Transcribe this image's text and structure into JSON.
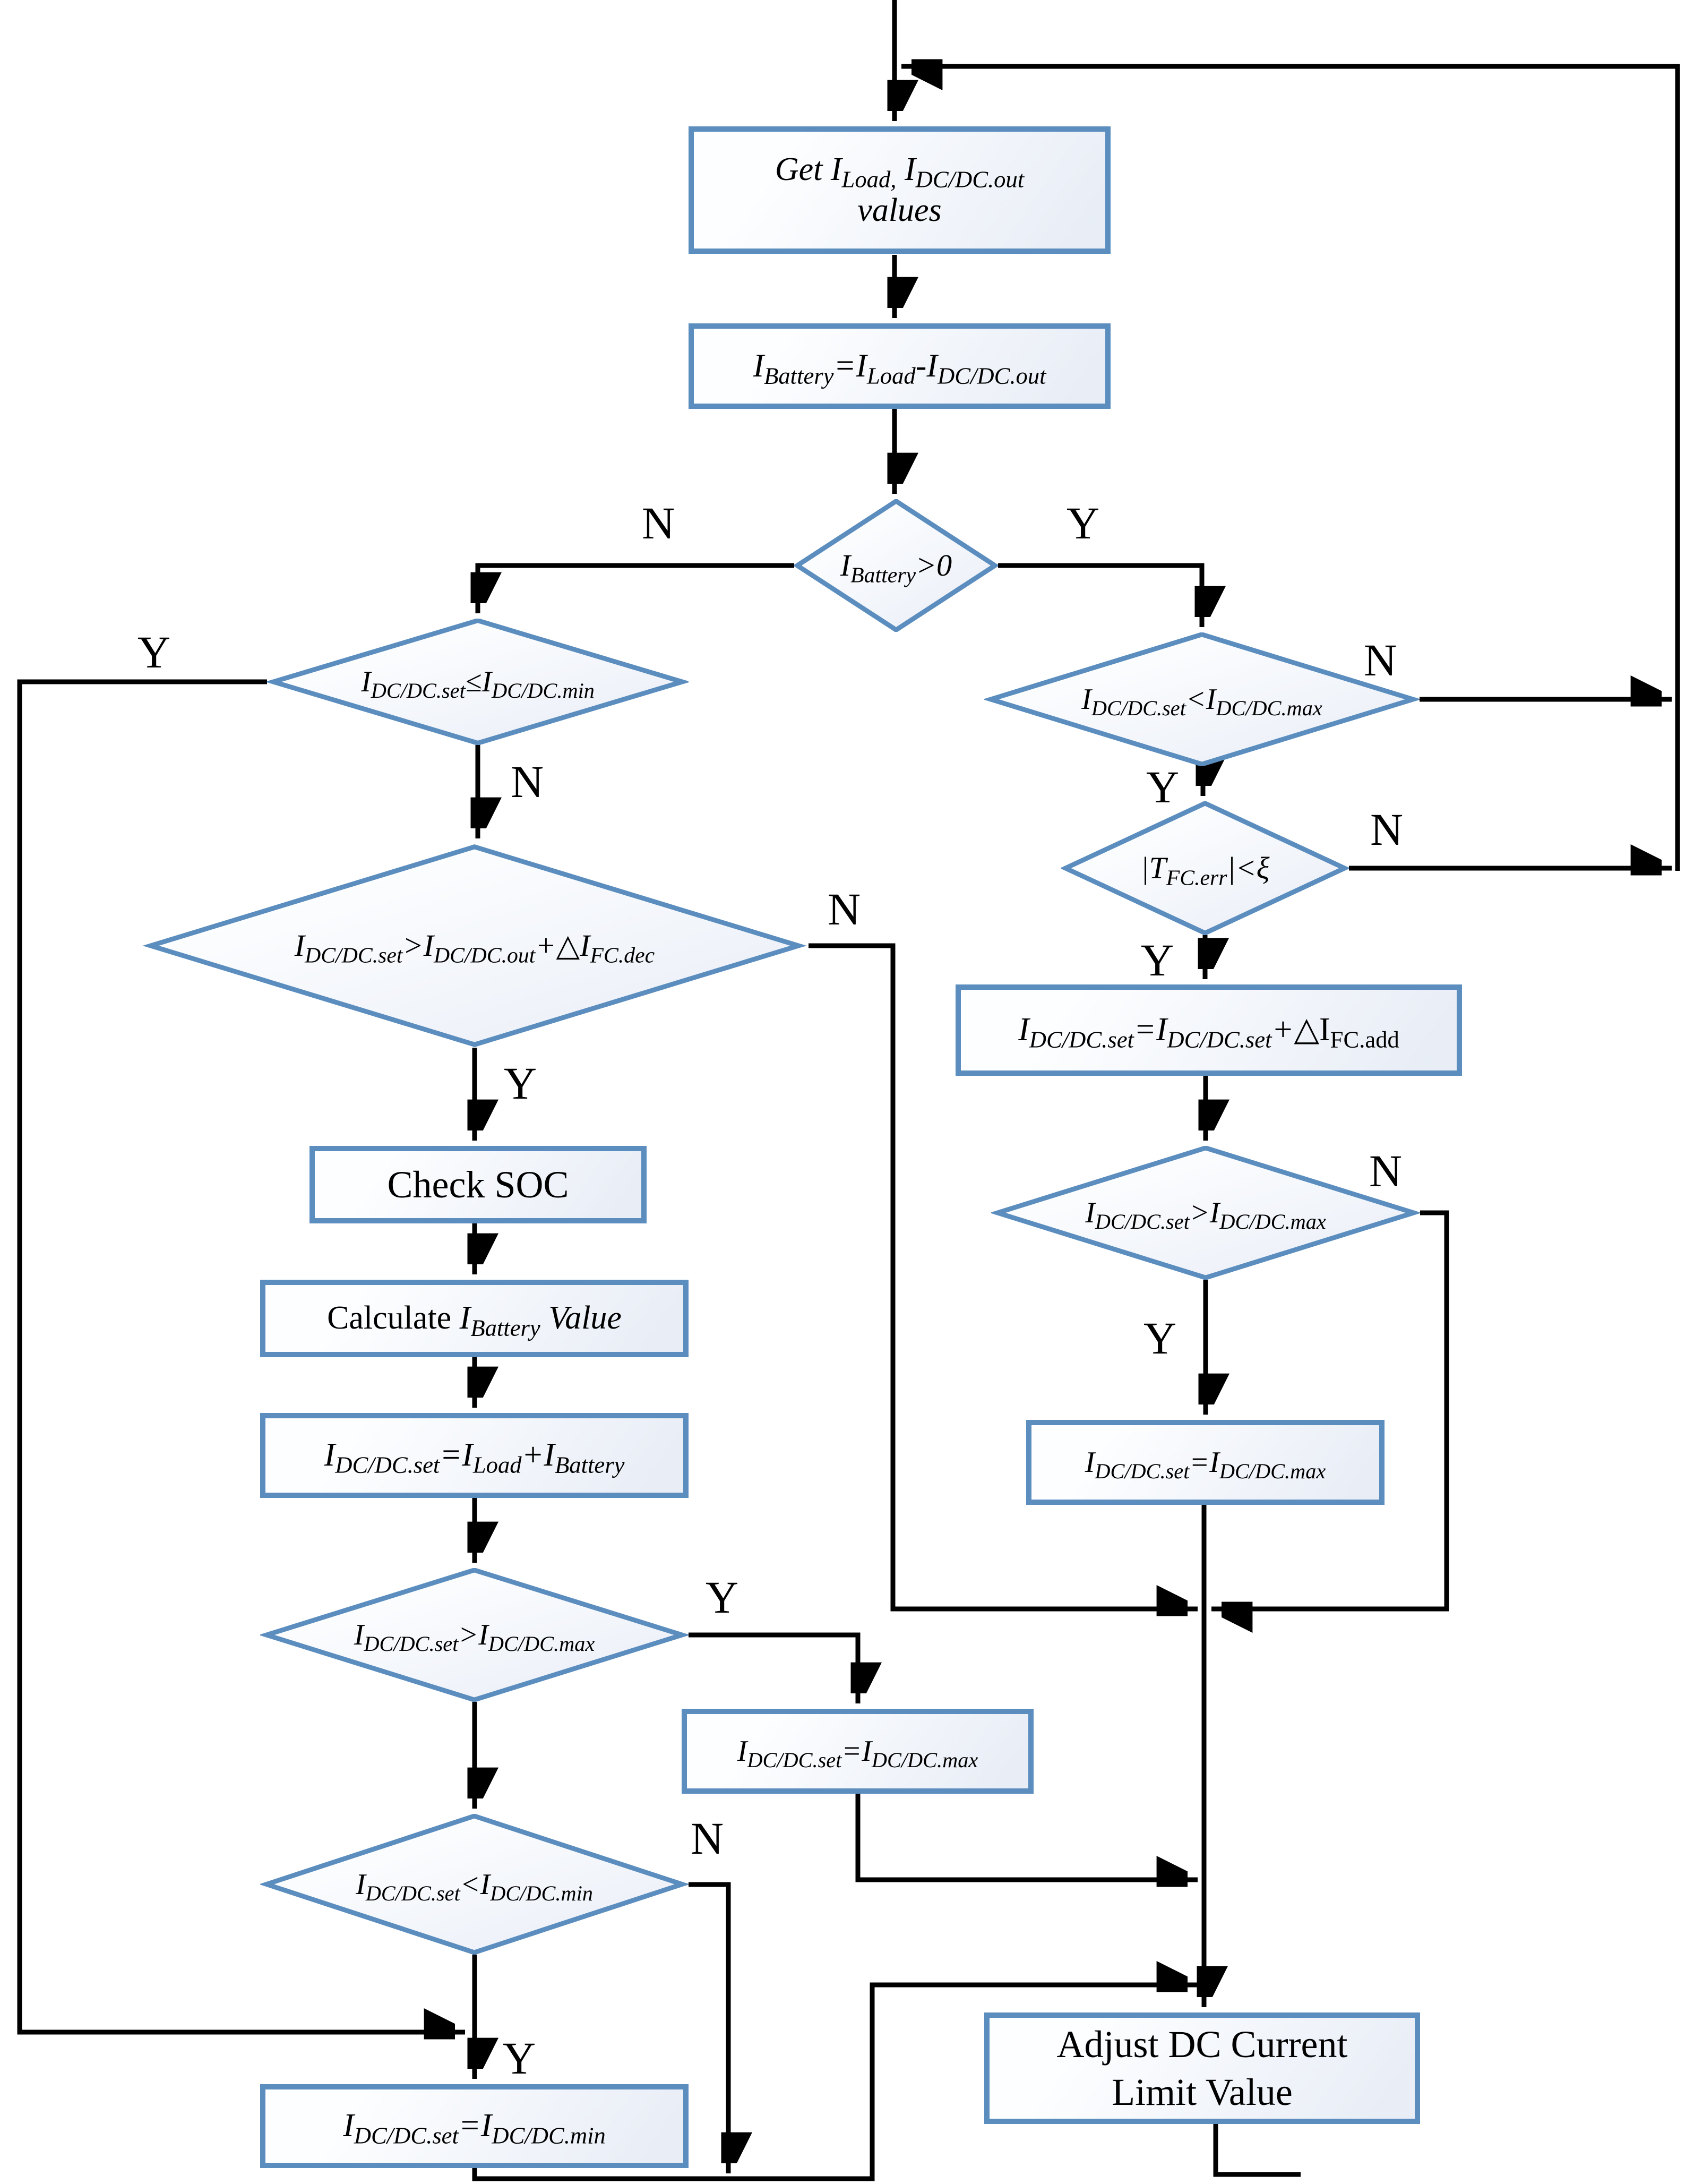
{
  "title": "DC current limit adjustment flowchart",
  "colors": {
    "accent": "#5b8dbe",
    "line": "#000000",
    "node_fill_light": "#fdfeff",
    "node_fill_shade": "#e8edf6"
  },
  "nodes": {
    "get_values": {
      "type": "process",
      "lines": [
        [
          {
            "t": "Get I"
          },
          {
            "s": "Load,"
          },
          {
            "t": " I"
          },
          {
            "s": "DC/DC.out"
          }
        ],
        [
          {
            "t": "values"
          }
        ]
      ]
    },
    "calc_battery_current": {
      "type": "process",
      "lines": [
        [
          {
            "t": "I"
          },
          {
            "s": "Battery"
          },
          {
            "t": "=I"
          },
          {
            "s": "Load"
          },
          {
            "t": "-I"
          },
          {
            "s": "DC/DC.out"
          }
        ]
      ]
    },
    "battery_gt_zero": {
      "type": "decision",
      "lines": [
        [
          {
            "t": "I"
          },
          {
            "s": "Battery"
          },
          {
            "t": ">0"
          }
        ]
      ]
    },
    "set_le_min": {
      "type": "decision",
      "lines": [
        [
          {
            "t": "I"
          },
          {
            "s": "DC/DC.set"
          },
          {
            "t": "≤I"
          },
          {
            "s": "DC/DC.min"
          }
        ]
      ]
    },
    "set_lt_max_right": {
      "type": "decision",
      "lines": [
        [
          {
            "t": "I"
          },
          {
            "s": "DC/DC.set"
          },
          {
            "t": "<I"
          },
          {
            "s": "DC/DC.max"
          }
        ]
      ]
    },
    "terr_lt_xi": {
      "type": "decision",
      "lines": [
        [
          {
            "t": "|T"
          },
          {
            "s": "FC.err"
          },
          {
            "t": "|<ξ"
          }
        ]
      ]
    },
    "set_add": {
      "type": "process",
      "lines": [
        [
          {
            "t": "I"
          },
          {
            "s": "DC/DC.set"
          },
          {
            "t": "=I"
          },
          {
            "s": "DC/DC.set"
          },
          {
            "t": "+"
          },
          {
            "t": "△I",
            "u": 1
          },
          {
            "s": "FC.add",
            "u": 1
          }
        ]
      ]
    },
    "set_gt_out_dec": {
      "type": "decision",
      "lines": [
        [
          {
            "t": "I"
          },
          {
            "s": "DC/DC.set"
          },
          {
            "t": ">I"
          },
          {
            "s": "DC/DC.out"
          },
          {
            "t": "+"
          },
          {
            "t": "△",
            "u": 1
          },
          {
            "t": "I"
          },
          {
            "s": "FC.dec"
          }
        ]
      ]
    },
    "check_soc": {
      "type": "process",
      "lines": [
        [
          {
            "t": "Check SOC",
            "u": 1
          }
        ]
      ]
    },
    "calc_battery_value": {
      "type": "process",
      "lines": [
        [
          {
            "t": "Calculate ",
            "u": 1
          },
          {
            "t": "I"
          },
          {
            "s": "Battery"
          },
          {
            "t": " Value"
          }
        ]
      ]
    },
    "set_load_plus_batt": {
      "type": "process",
      "lines": [
        [
          {
            "t": "I"
          },
          {
            "s": "DC/DC.set"
          },
          {
            "t": "=I"
          },
          {
            "s": "Load"
          },
          {
            "t": "+I"
          },
          {
            "s": "Battery"
          }
        ]
      ]
    },
    "set_gt_max_left": {
      "type": "decision",
      "lines": [
        [
          {
            "t": "I"
          },
          {
            "s": "DC/DC.set"
          },
          {
            "t": ">I"
          },
          {
            "s": "DC/DC.max"
          }
        ]
      ]
    },
    "set_eq_max_left": {
      "type": "process",
      "lines": [
        [
          {
            "t": "I"
          },
          {
            "s": "DC/DC.set"
          },
          {
            "t": "=I"
          },
          {
            "s": "DC/DC.max"
          }
        ]
      ]
    },
    "set_lt_min": {
      "type": "decision",
      "lines": [
        [
          {
            "t": "I"
          },
          {
            "s": "DC/DC.set"
          },
          {
            "t": "<I"
          },
          {
            "s": "DC/DC.min"
          }
        ]
      ]
    },
    "set_eq_min": {
      "type": "process",
      "lines": [
        [
          {
            "t": "I"
          },
          {
            "s": "DC/DC.set"
          },
          {
            "t": "=I"
          },
          {
            "s": "DC/DC.min"
          }
        ]
      ]
    },
    "set_gt_max_right": {
      "type": "decision",
      "lines": [
        [
          {
            "t": "I"
          },
          {
            "s": "DC/DC.set"
          },
          {
            "t": ">I"
          },
          {
            "s": "DC/DC.max"
          }
        ]
      ]
    },
    "set_eq_max_right": {
      "type": "process",
      "lines": [
        [
          {
            "t": "I"
          },
          {
            "s": "DC/DC.set"
          },
          {
            "t": "=I"
          },
          {
            "s": "DC/DC.max"
          }
        ]
      ]
    },
    "adjust_limit": {
      "type": "process",
      "lines": [
        [
          {
            "t": "Adjust DC Current",
            "u": 1
          }
        ],
        [
          {
            "t": "Limit Value",
            "u": 1
          }
        ]
      ]
    }
  },
  "labels": {
    "battery_gt_zero_no": "N",
    "battery_gt_zero_yes": "Y",
    "set_le_min_yes": "Y",
    "set_le_min_no": "N",
    "set_lt_max_right_no": "N",
    "set_lt_max_right_yes": "Y",
    "terr_lt_xi_no": "N",
    "terr_lt_xi_yes": "Y",
    "set_gt_out_dec_no": "N",
    "set_gt_out_dec_yes": "Y",
    "set_gt_max_right_no": "N",
    "set_gt_max_right_yes": "Y",
    "set_gt_max_left_yes": "Y",
    "set_lt_min_no": "N",
    "set_lt_min_yes": "Y"
  }
}
